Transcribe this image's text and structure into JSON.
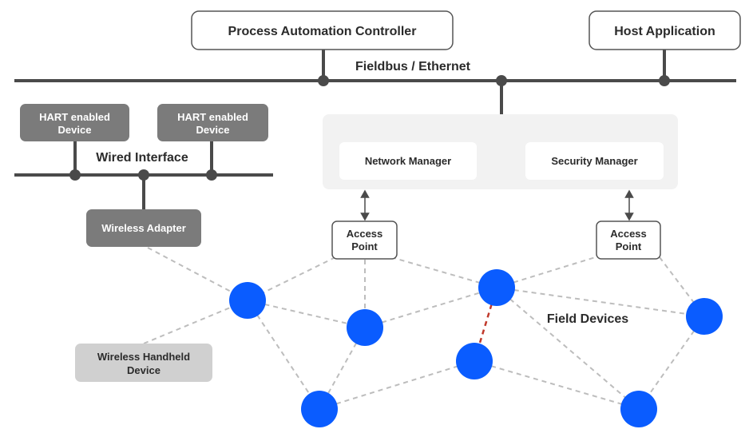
{
  "controller": {
    "label": "Process Automation Controller"
  },
  "host": {
    "label": "Host Application"
  },
  "bus": {
    "label": "Fieldbus / Ethernet"
  },
  "wired": {
    "label": "Wired Interface",
    "device_a_line1": "HART enabled",
    "device_a_line2": "Device",
    "device_b_line1": "HART enabled",
    "device_b_line2": "Device"
  },
  "adapter": {
    "label": "Wireless Adapter"
  },
  "handheld": {
    "line1": "Wireless Handheld",
    "line2": "Device"
  },
  "network_manager": {
    "label": "Network Manager"
  },
  "security_manager": {
    "label": "Security Manager"
  },
  "ap_left": {
    "line1": "Access",
    "line2": "Point"
  },
  "ap_right": {
    "line1": "Access",
    "line2": "Point"
  },
  "field_devices": {
    "label": "Field Devices"
  },
  "colors": {
    "line": "#4a4a4a",
    "device_box": "#7b7b7b",
    "handheld_box": "#d0d0d0",
    "manager_panel": "#f2f2f2",
    "node_blue": "#0a5cff",
    "mesh_dash": "#bdbdbd",
    "highlight_dash": "#c0392b"
  }
}
